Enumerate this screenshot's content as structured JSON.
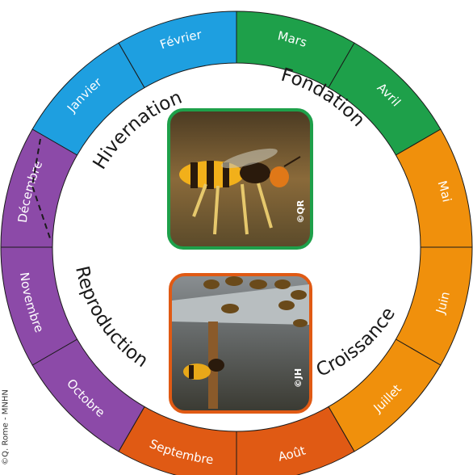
{
  "credit": "©Q. Rome - MNHN",
  "months": [
    {
      "label": "Janvier",
      "color": "#1e9fe0"
    },
    {
      "label": "Février",
      "color": "#1e9fe0"
    },
    {
      "label": "Mars",
      "color": "#1ea04a"
    },
    {
      "label": "Avril",
      "color": "#1ea04a"
    },
    {
      "label": "Mai",
      "color": "#f0900c"
    },
    {
      "label": "Juin",
      "color": "#f0900c"
    },
    {
      "label": "Juillet",
      "color": "#f0900c"
    },
    {
      "label": "Août",
      "color": "#e05a14"
    },
    {
      "label": "Septembre",
      "color": "#e05a14"
    },
    {
      "label": "Octobre",
      "color": "#8c4aa8"
    },
    {
      "label": "Novembre",
      "color": "#8c4aa8"
    },
    {
      "label": "Décembre",
      "color": "#8c4aa8"
    }
  ],
  "phases": {
    "hivernation": "Hivernation",
    "fondation": "Fondation",
    "croissance": "Croissance",
    "reproduction": "Reproduction"
  },
  "photos": {
    "top": {
      "credit": "©QR",
      "border_color": "#1ea04a"
    },
    "bottom": {
      "credit": "©JH",
      "border_color": "#e05a14"
    }
  }
}
